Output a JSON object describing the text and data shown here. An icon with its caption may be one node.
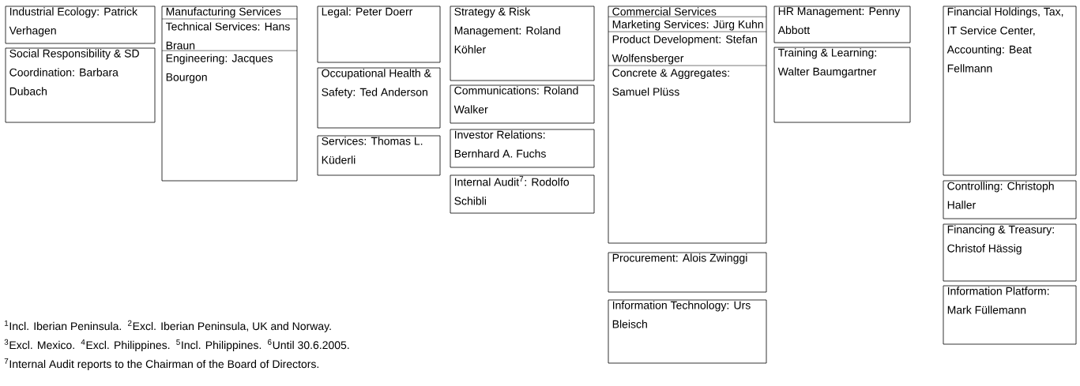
{
  "diagram": {
    "nodes": [
      {
        "text": [
          "Industrial Ecology: Patrick Verhagen"
        ]
      },
      {
        "text": [
          "Social Responsibility & SD Coordination: Barbara Dubach"
        ]
      },
      {
        "text": [
          "Manufacturing Services",
          "Technical Services: Hans Braun",
          "Engineering: Jacques Bourgon"
        ]
      },
      {
        "text": [
          "Legal: Peter Doerr"
        ]
      },
      {
        "text": [
          "Occupational Health & Safety: Ted Anderson"
        ]
      },
      {
        "text": [
          "Services: Thomas L. Küderli"
        ]
      },
      {
        "text": [
          "Strategy & Risk Management: Roland Köhler"
        ]
      },
      {
        "text": [
          "Communications: Roland Walker"
        ]
      },
      {
        "text": [
          "Investor Relations: Bernhard A. Fuchs"
        ]
      },
      {
        "text": [
          "Internal Audit$^{7}$: Rodolfo Schibli"
        ]
      },
      {
        "text": [
          "Commercial Services",
          "Marketing Services: Jürg Kuhn",
          "Product Development: Stefan Wolfensberger",
          "Concrete & Aggregates: Samuel Plüss"
        ]
      },
      {
        "text": [
          "Procurement: Alois Zwinggi"
        ]
      },
      {
        "text": [
          "Information Technology: Urs Bleisch"
        ]
      },
      {
        "text": [
          "HR Management: Penny Abbott"
        ]
      },
      {
        "text": [
          "Training & Learning: Walter Baumgartner"
        ]
      },
      {
        "text": [
          "Financial Holdings, Tax, IT Service Center, Accounting: Beat Fellmann"
        ]
      },
      {
        "text": [
          "Controlling: Christoph Haller"
        ]
      },
      {
        "text": [
          "Financing & Treasury: Christof Hässig"
        ]
      },
      {
        "text": [
          "Information Platform: Mark Füllemann"
        ]
      }
    ],
    "labels": [
      "$^{1}$Incl. Iberian Peninsula.",
      "$^{2}$Excl. Iberian Peninsula, UK and Norway.",
      "$^{3}$Excl. Mexico.",
      "$^{4}$Excl. Philippines.",
      "$^{5}$Incl. Philippines.",
      "$^{6}$Until 30.6.2005.",
      "$^{7}$Internal Audit reports to the Chairman of the Board of Directors."
    ]
  }
}
